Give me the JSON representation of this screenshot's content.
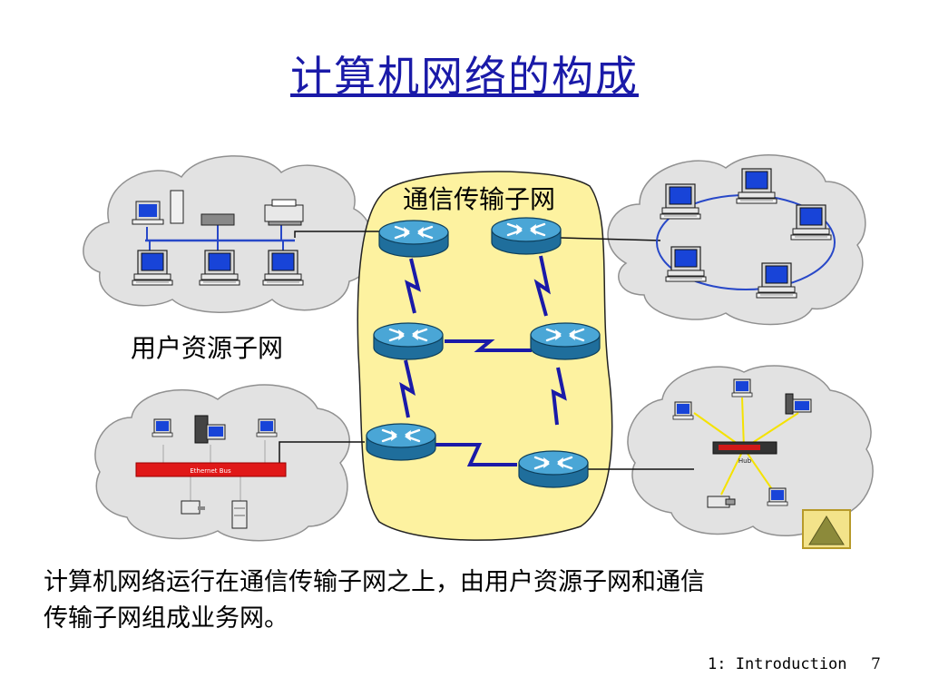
{
  "title": "计算机网络的构成",
  "labels": {
    "comm_subnet": "通信传输子网",
    "user_subnet": "用户资源子网",
    "ethernet_bus": "Ethernet Bus",
    "hub": "Hub"
  },
  "caption": {
    "line1": "计算机网络运行在通信传输子网之上，由用户资源子网和通信",
    "line2": "传输子网组成业务网。"
  },
  "footer": {
    "label": "1: Introduction",
    "page": "7"
  },
  "icons": {
    "nav_button": "triangle-up-icon"
  },
  "colors": {
    "title": "#1a1aa8",
    "cloud_fill": "#e2e2e2",
    "core_fill": "#fdf2a0",
    "router": "#3c96c8",
    "link": "#1a1aa8",
    "bus": "#e01818"
  }
}
